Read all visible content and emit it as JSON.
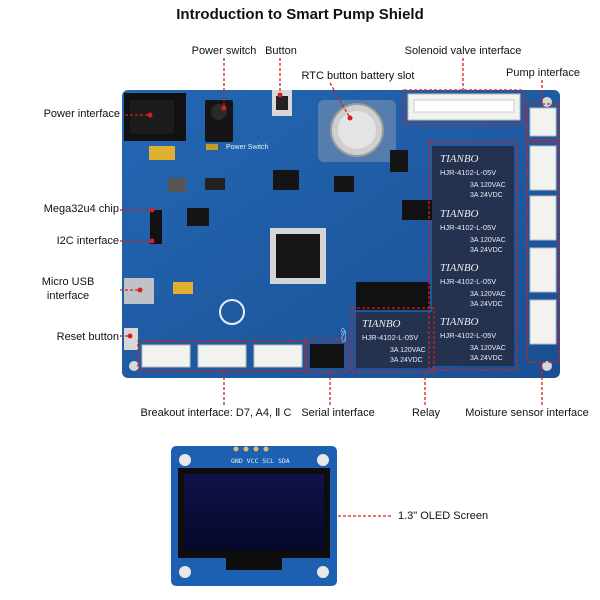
{
  "title": "Introduction to Smart Pump Shield",
  "labels": {
    "power_switch": "Power switch",
    "button": "Button",
    "solenoid_valve_interface": "Solenoid valve interface",
    "pump_interface": "Pump interface",
    "rtc_battery_slot": "RTC button battery slot",
    "power_interface": "Power interface",
    "mega32u4_chip": "Mega32u4 chip",
    "i2c_interface": "I2C interface",
    "micro_usb_line1": "Micro USB",
    "micro_usb_line2": "interface",
    "reset_button": "Reset button",
    "breakout_interface": "Breakout interface: D7, A4, Ⅱ C",
    "serial_interface": "Serial interface",
    "relay": "Relay",
    "moisture_sensor_interface": "Moisture sensor interface",
    "oled_screen": "1.3\" OLED Screen"
  },
  "board_text": {
    "power_switch_silk": "Power Switch",
    "relay_brand": "TIANBO",
    "relay_model": "HJR-4102-L-05V",
    "relay_rating1": "3A 120VAC",
    "relay_rating2": "3A 24VDC",
    "oled_pins": "GND VCC SCL SDA",
    "isp_silk": "ICSP"
  },
  "colors": {
    "pcb": "#1f5da8",
    "pcb_dark": "#173f77",
    "callout": "#d42020",
    "relay": "#24324f",
    "connector": "#f2f2ee",
    "oled_pcb": "#1d5fb0",
    "oled_screen": "#0a0c3a"
  }
}
